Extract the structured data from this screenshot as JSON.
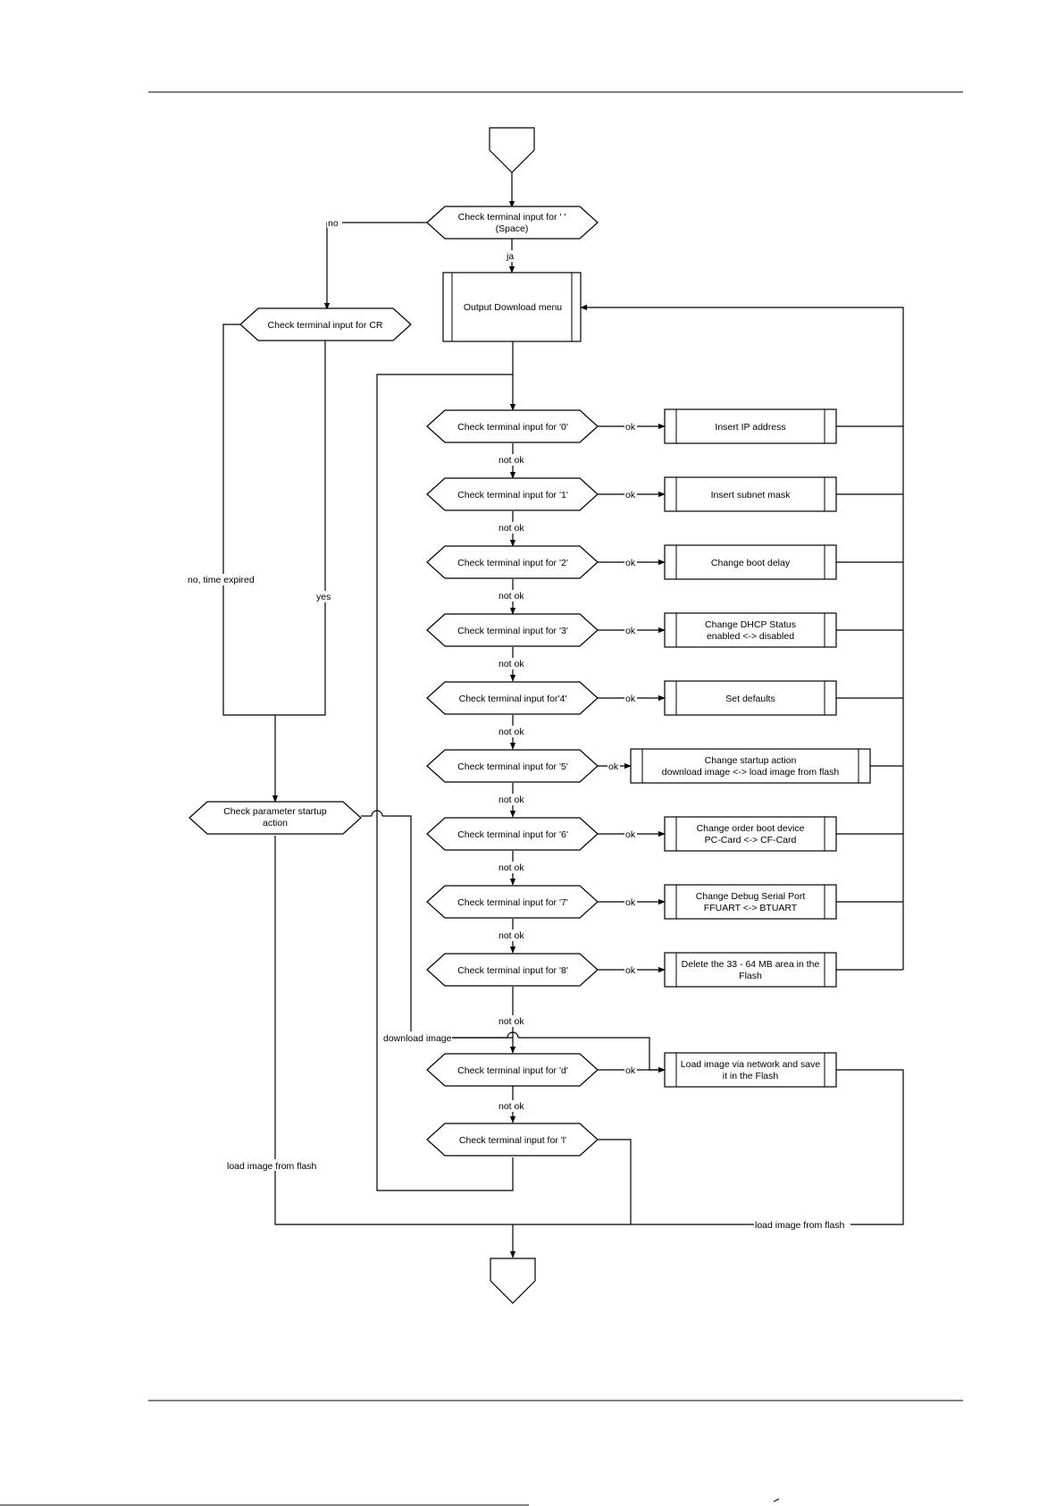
{
  "decisions": {
    "space": [
      "Check terminal input for ' '",
      "(Space)"
    ],
    "cr": [
      "Check terminal input for CR"
    ],
    "param": [
      "Check parameter startup",
      "action"
    ],
    "d0": [
      "Check terminal input for '0'"
    ],
    "d1": [
      "Check terminal input for '1'"
    ],
    "d2": [
      "Check terminal input for '2'"
    ],
    "d3": [
      "Check terminal input for '3'"
    ],
    "d4": [
      "Check terminal input for'4'"
    ],
    "d5": [
      "Check terminal input for '5'"
    ],
    "d6": [
      "Check terminal input for '6'"
    ],
    "d7": [
      "Check terminal input for '7'"
    ],
    "d8": [
      "Check terminal input for  '8'"
    ],
    "dd": [
      "Check terminal input for 'd'"
    ],
    "dl": [
      "Check terminal input for 'l'"
    ]
  },
  "processes": {
    "menu": [
      "Output Download menu"
    ],
    "p0": [
      "Insert IP address"
    ],
    "p1": [
      "Insert subnet mask"
    ],
    "p2": [
      "Change boot delay"
    ],
    "p3": [
      "Change DHCP Status",
      "enabled <-> disabled"
    ],
    "p4": [
      "Set defaults"
    ],
    "p5": [
      "Change startup action",
      "download image <-> load image from flash"
    ],
    "p6": [
      "Change order boot device",
      "PC-Card <-> CF-Card"
    ],
    "p7": [
      "Change Debug Serial Port",
      "FFUART <-> BTUART"
    ],
    "p8": [
      "Delete the 33 - 64 MB area in the",
      "Flash"
    ],
    "pd": [
      "Load image via network and save",
      "it  in the Flash"
    ]
  },
  "labels": {
    "no": "no",
    "ja": "ja",
    "ok": "ok",
    "not_ok": "not ok",
    "no_time_expired": "no, time expired",
    "yes": "yes",
    "download_image": "download image",
    "load_image_from_flash": "load image from flash"
  }
}
